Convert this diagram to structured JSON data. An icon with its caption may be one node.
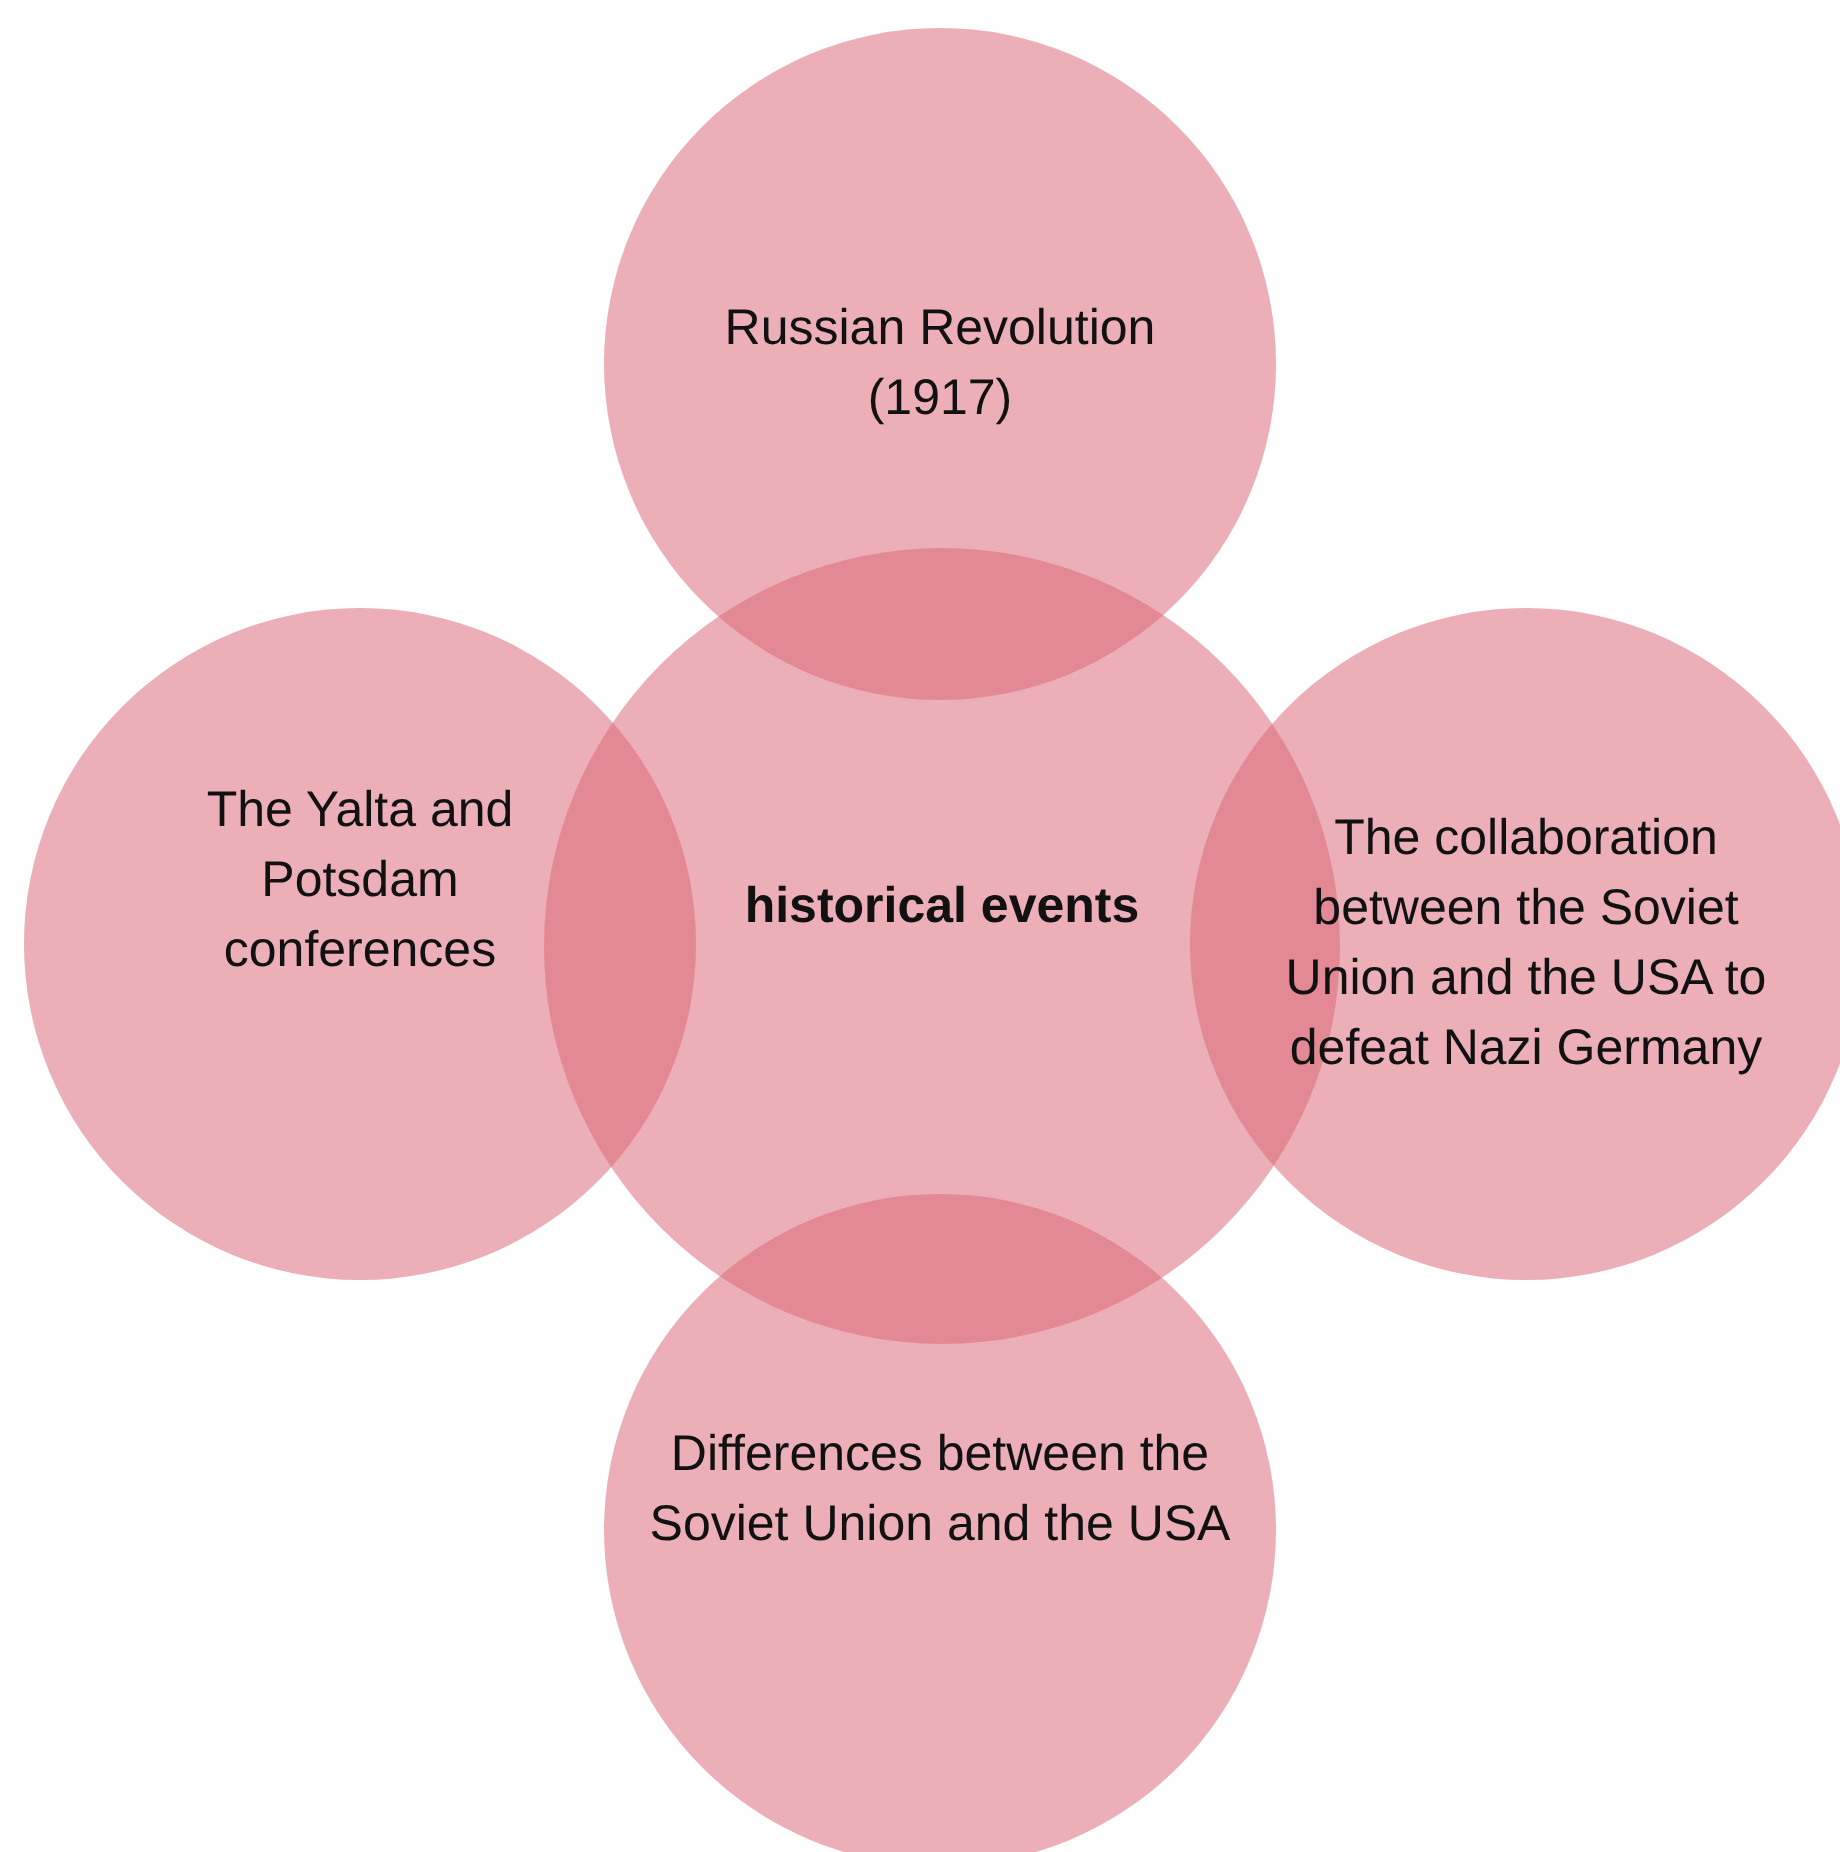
{
  "diagram": {
    "nodes": [
      {
        "text": [
          "Russian Revolution (1917)"
        ]
      },
      {
        "text": [
          "The Yalta and Potsdam conferences"
        ]
      },
      {
        "text": [
          "historical events"
        ]
      },
      {
        "text": [
          "The collaboration between the Soviet Union and the USA to defeat Nazi Germany"
        ]
      },
      {
        "text": [
          "Differences between the Soviet Union and the USA"
        ]
      }
    ]
  }
}
